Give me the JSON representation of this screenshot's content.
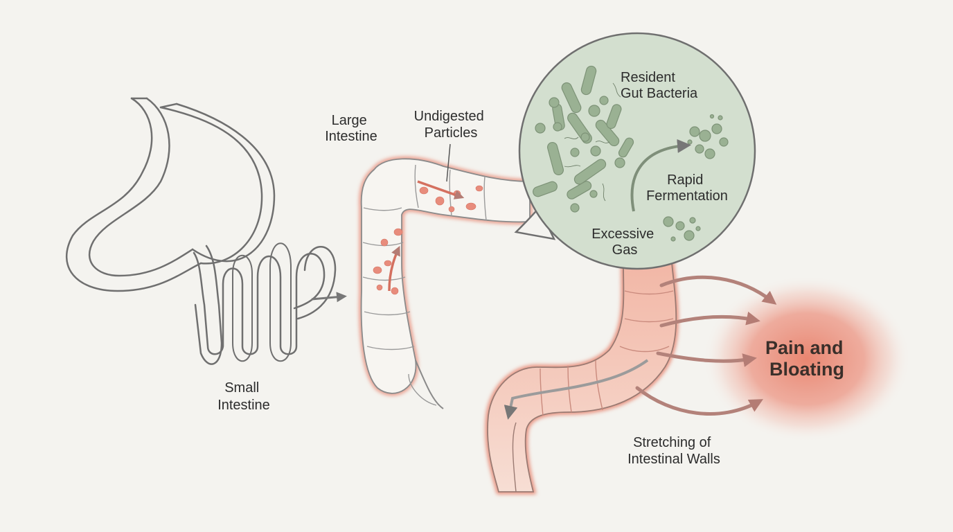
{
  "labels": {
    "small_intestine": [
      "Small",
      "Intestine"
    ],
    "large_intestine": [
      "Large",
      "Intestine"
    ],
    "undigested_particles": [
      "Undigested",
      "Particles"
    ],
    "resident_gut_bacteria": [
      "Resident",
      "Gut Bacteria"
    ],
    "rapid_fermentation": [
      "Rapid",
      "Fermentation"
    ],
    "excessive_gas": [
      "Excessive",
      "Gas"
    ],
    "stretching_walls": [
      "Stretching of",
      "Intestinal Walls"
    ],
    "pain_bloating": [
      "Pain and",
      "Bloating"
    ]
  },
  "colors": {
    "background": "#f4f3ef",
    "outline": "#6f6f6f",
    "inflamed": "#e8907d",
    "bacteria_fill": "#d3dfcf",
    "bacteria_cell": "#8ea287",
    "pain_glow": "#e8806a",
    "arrow": "#b3827a"
  }
}
